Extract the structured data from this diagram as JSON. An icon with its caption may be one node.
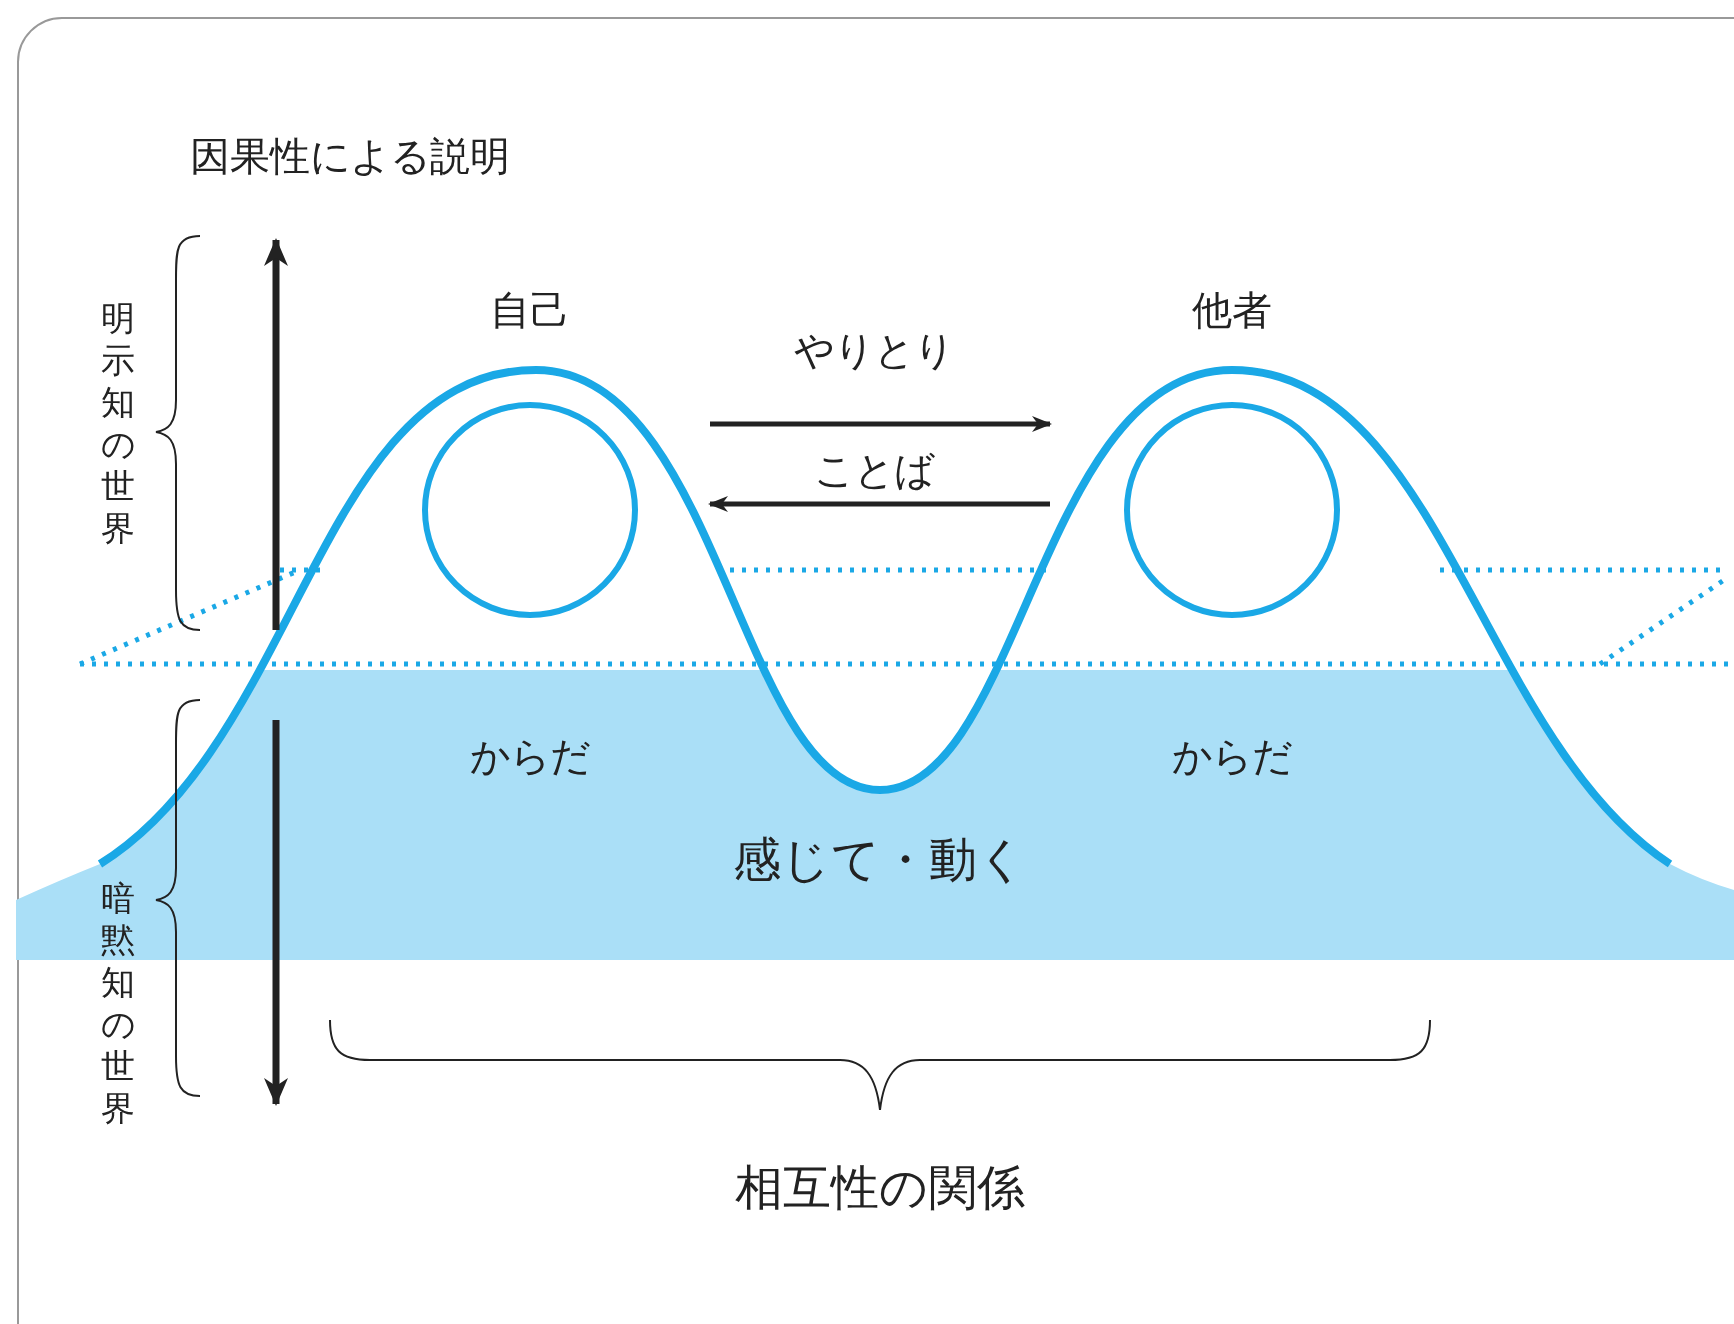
{
  "diagram": {
    "nodes": [
      {
        "text": [
          "自己"
        ]
      },
      {
        "text": [],
        "shape": "circle",
        "in": 0
      },
      {
        "text": [
          "他者"
        ]
      },
      {
        "text": [],
        "shape": "circle",
        "in": 2
      }
    ],
    "edges": [
      {
        "from": 0,
        "to": 2,
        "arrow": "to",
        "label": "やりとり"
      },
      {
        "from": 2,
        "to": 0,
        "arrow": "to",
        "label": "ことば"
      }
    ],
    "labels": [
      "因果性による説明",
      "明示知の世界",
      "からだ",
      "からだ",
      "暗黙知の世界",
      "感じて・動く",
      "相互性の関係"
    ]
  }
}
